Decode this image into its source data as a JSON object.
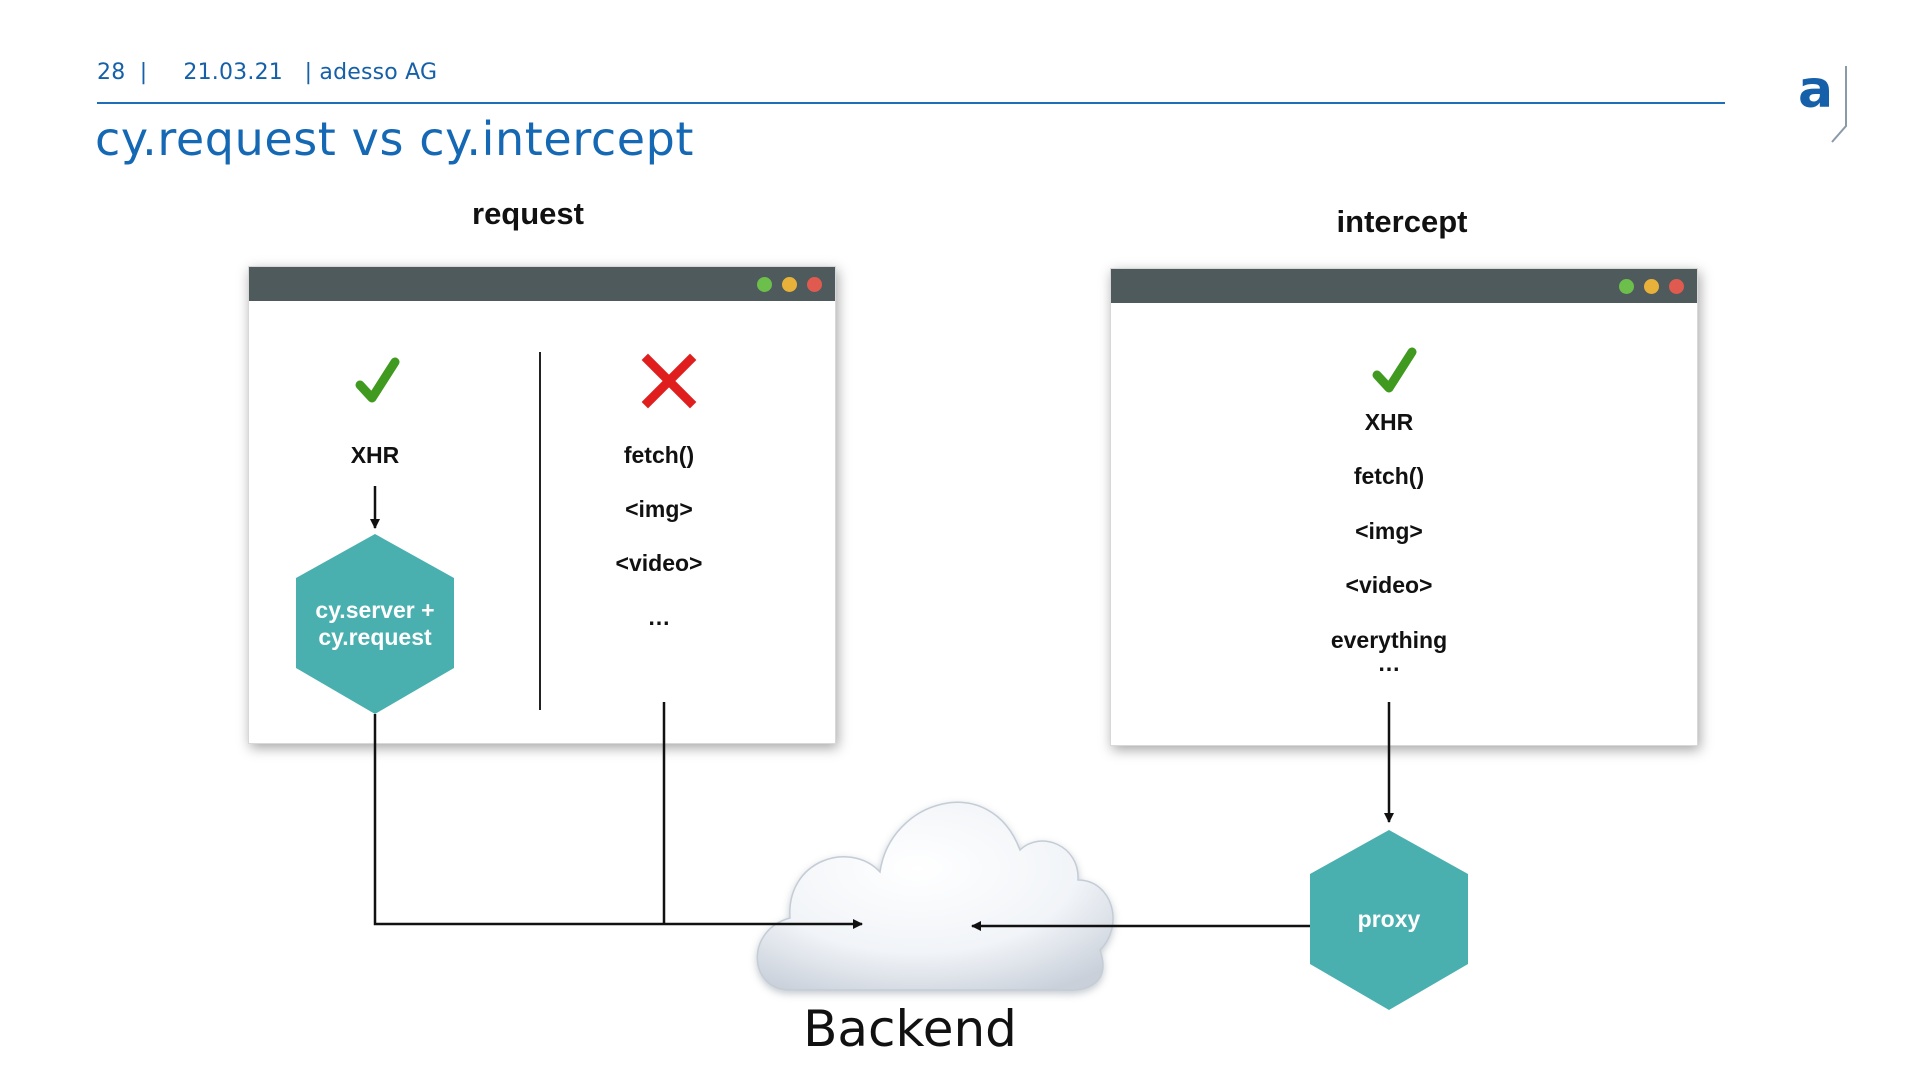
{
  "header": {
    "page_number": "28",
    "date": "21.03.21",
    "company": "adesso AG",
    "separator": "|"
  },
  "title": "cy.request vs cy.intercept",
  "logo_letter": "a",
  "request_panel": {
    "heading": "request",
    "supported_icon": "check-icon",
    "unsupported_icon": "cross-icon",
    "supported_label": "XHR",
    "hex_line1": "cy.server +",
    "hex_line2": "cy.request",
    "unsupported_items": [
      "fetch()",
      "<img>",
      "<video>",
      "…"
    ]
  },
  "intercept_panel": {
    "heading": "intercept",
    "supported_icon": "check-icon",
    "items": [
      "XHR",
      "fetch()",
      "<img>",
      "<video>",
      "everything",
      "…"
    ],
    "hex_label": "proxy"
  },
  "backend_label": "Backend",
  "colors": {
    "accent_blue": "#1568b3",
    "hex_teal": "#4aafaf",
    "titlebar": "#4f5a5c",
    "check_green": "#3f9a1f",
    "cross_red": "#e01e1e"
  }
}
